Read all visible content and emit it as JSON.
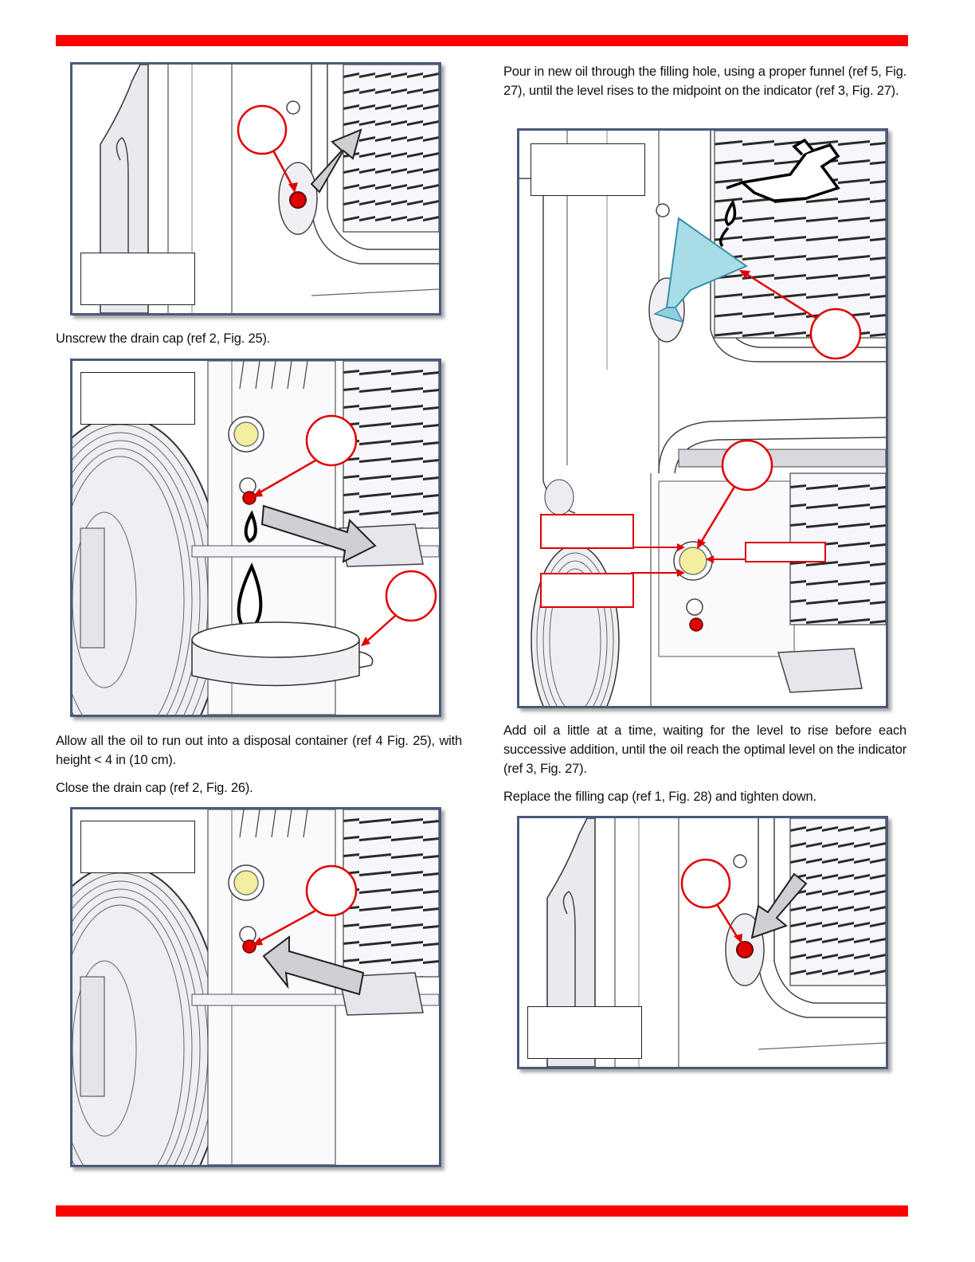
{
  "page": {
    "colors": {
      "rule": "#ff0000",
      "frame": "#4a5a7a",
      "callout": "#e00000",
      "oil_indicator": "#f4eea0"
    }
  },
  "left": {
    "step_unscrew": "Unscrew the drain cap (ref 2, Fig. 25).",
    "step_drain": "Allow all the oil to run out into a disposal container (ref 4 Fig. 25), with height < 4 in (10 cm).",
    "step_close": "Close the drain cap (ref 2, Fig. 26)."
  },
  "right": {
    "step_pour": "Pour in new oil through the filling hole, using a proper funnel (ref 5, Fig. 27), until the level rises to the midpoint on the indicator (ref 3, Fig. 27).",
    "step_add": "Add oil a little at a time, waiting for the level to rise before each successive addition, until the oil reach the optimal level on the indicator (ref 3, Fig. 27).",
    "step_replace": "Replace the filling cap (ref 1, Fig. 28) and tighten down."
  },
  "figures": {
    "fig_top_left": {
      "icons": [
        "drain-cap-icon",
        "remove-arrow-icon"
      ]
    },
    "fig_drain": {
      "icons": [
        "drain-cap-icon",
        "oil-drop-icon",
        "disposal-pan-icon"
      ]
    },
    "fig_close": {
      "icons": [
        "drain-cap-icon",
        "insert-arrow-icon"
      ]
    },
    "fig_fill": {
      "icons": [
        "oil-can-icon",
        "funnel-icon",
        "oil-indicator-icon"
      ]
    },
    "fig_replace": {
      "icons": [
        "filling-cap-icon",
        "insert-arrow-icon"
      ]
    }
  }
}
